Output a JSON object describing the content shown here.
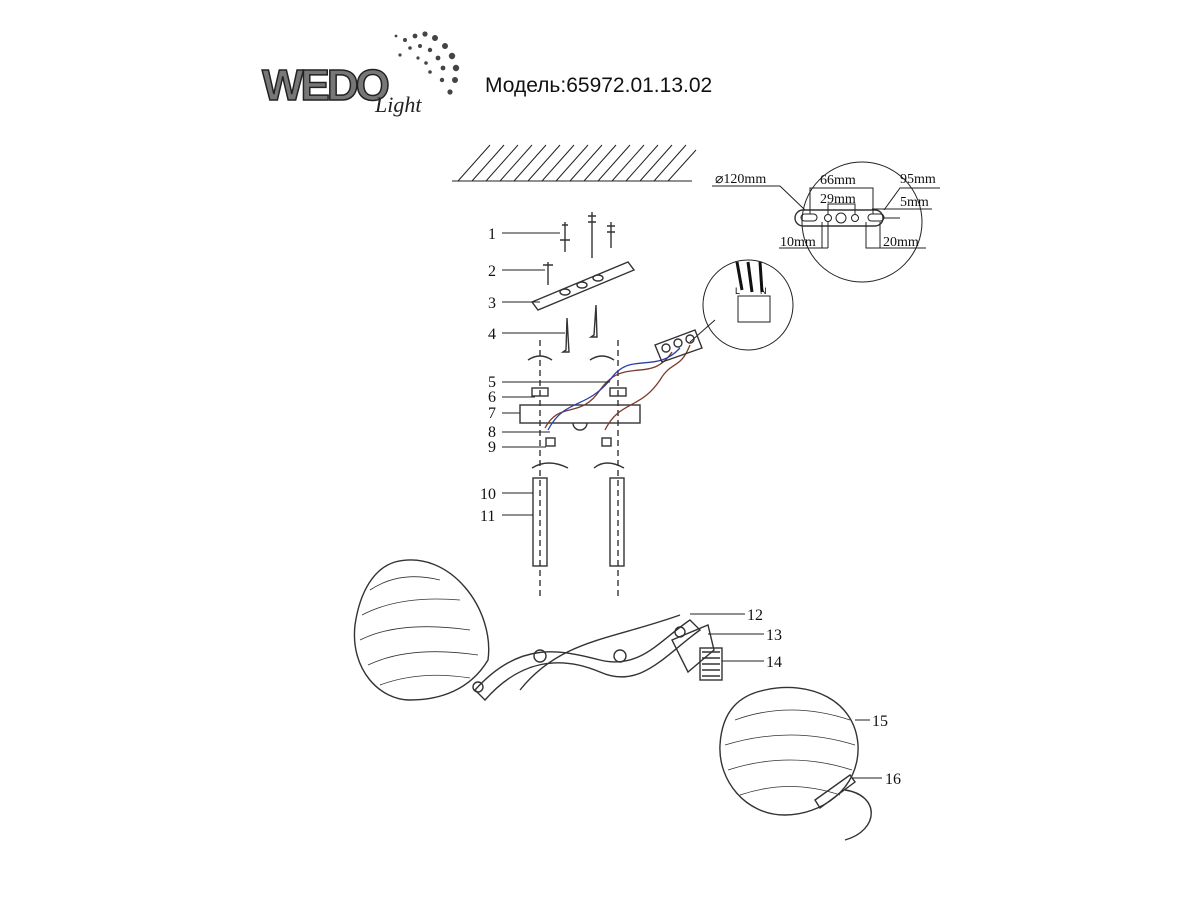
{
  "brand": {
    "logo_text": "WEDO",
    "logo_sub": "Light"
  },
  "model": "Модель:65972.01.13.02",
  "dimensions": {
    "diameter": "⌀120mm",
    "d66": "66mm",
    "d29": "29mm",
    "d95": "95mm",
    "d5": "5mm",
    "d10": "10mm",
    "d20": "20mm"
  },
  "terminal_marks": {
    "l": "L",
    "n": "N"
  },
  "parts": [
    "1",
    "2",
    "3",
    "4",
    "5",
    "6",
    "7",
    "8",
    "9",
    "10",
    "11",
    "12",
    "13",
    "14",
    "15",
    "16"
  ]
}
